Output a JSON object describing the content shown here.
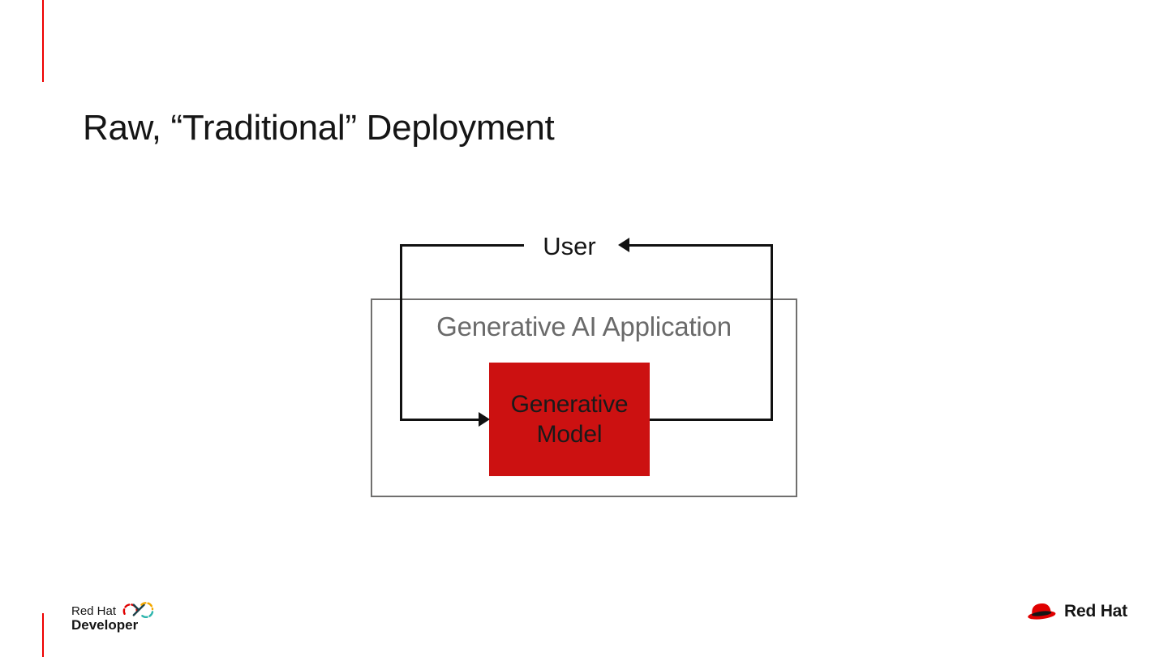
{
  "slide": {
    "title": "Raw, “Traditional” Deployment"
  },
  "diagram": {
    "user_label": "User",
    "app_box": {
      "label": "Generative AI Application"
    },
    "model_box": {
      "label_line1": "Generative",
      "label_line2": "Model"
    }
  },
  "footer": {
    "developer_logo": {
      "line1": "Red Hat",
      "line2": "Developer"
    },
    "redhat_logo": {
      "label": "Red Hat"
    }
  },
  "colors": {
    "accent_red": "#ee0000",
    "model_box_red": "#cc1111",
    "app_box_border_gray": "#706f6e",
    "app_label_gray": "#6a6a6a",
    "diagram_line_black": "#111111"
  }
}
